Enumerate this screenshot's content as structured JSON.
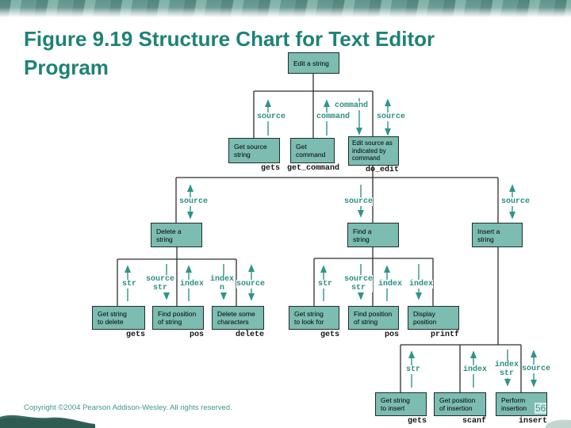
{
  "slide": {
    "title_lines": [
      "Figure 9.19  Structure Chart for Text Editor",
      "Program"
    ],
    "copyright": "Copyright ©2004 Pearson Addison-Wesley. All rights reserved.",
    "page_number": "56"
  },
  "colors": {
    "title_teal": "#1d8276",
    "box_fill": "#7cbcb1",
    "flow_teal": "#2a8f84"
  },
  "diagram": {
    "type": "structure-chart",
    "nodes": [
      {
        "label": "Edit a string"
      },
      {
        "label": "Get source\nstring",
        "func": "gets"
      },
      {
        "label": "Get\ncommand",
        "func": "get_command"
      },
      {
        "label": "Edit source as\nindicated by\ncommand",
        "func": "do_edit"
      },
      {
        "label": "Delete a\nstring"
      },
      {
        "label": "Find a\nstring"
      },
      {
        "label": "Insert a\nstring"
      },
      {
        "label": "Get string\nto delete",
        "func": "gets"
      },
      {
        "label": "Find position\nof string",
        "func": "pos"
      },
      {
        "label": "Delete some\ncharacters",
        "func": "delete"
      },
      {
        "label": "Get string\nto look for",
        "func": "gets"
      },
      {
        "label": "Find position\nof string",
        "func": "pos"
      },
      {
        "label": "Display\nposition",
        "func": "printf"
      },
      {
        "label": "Get string\nto insert",
        "func": "gets"
      },
      {
        "label": "Get position\nof insertion",
        "func": "scanf"
      },
      {
        "label": "Perform\ninsertion",
        "func": "insert"
      }
    ],
    "arrows": [
      {
        "label": "source",
        "dir": "up"
      },
      {
        "label": "command",
        "dir": "up"
      },
      {
        "label": "command",
        "dir": "down"
      },
      {
        "label": "source",
        "dir": "both"
      },
      {
        "label": "source",
        "dir": "both"
      },
      {
        "label": "source",
        "dir": "down"
      },
      {
        "label": "source",
        "dir": "both"
      },
      {
        "label": "str",
        "dir": "up"
      },
      {
        "label": "source\nstr",
        "dir": "down"
      },
      {
        "label": "index",
        "dir": "up"
      },
      {
        "label": "index\nn",
        "dir": "down"
      },
      {
        "label": "source",
        "dir": "both"
      },
      {
        "label": "str",
        "dir": "up"
      },
      {
        "label": "source\nstr",
        "dir": "down"
      },
      {
        "label": "index",
        "dir": "up"
      },
      {
        "label": "index",
        "dir": "down"
      },
      {
        "label": "str",
        "dir": "up"
      },
      {
        "label": "index",
        "dir": "up"
      },
      {
        "label": "index\nstr",
        "dir": "down"
      },
      {
        "label": "source",
        "dir": "both"
      }
    ]
  }
}
